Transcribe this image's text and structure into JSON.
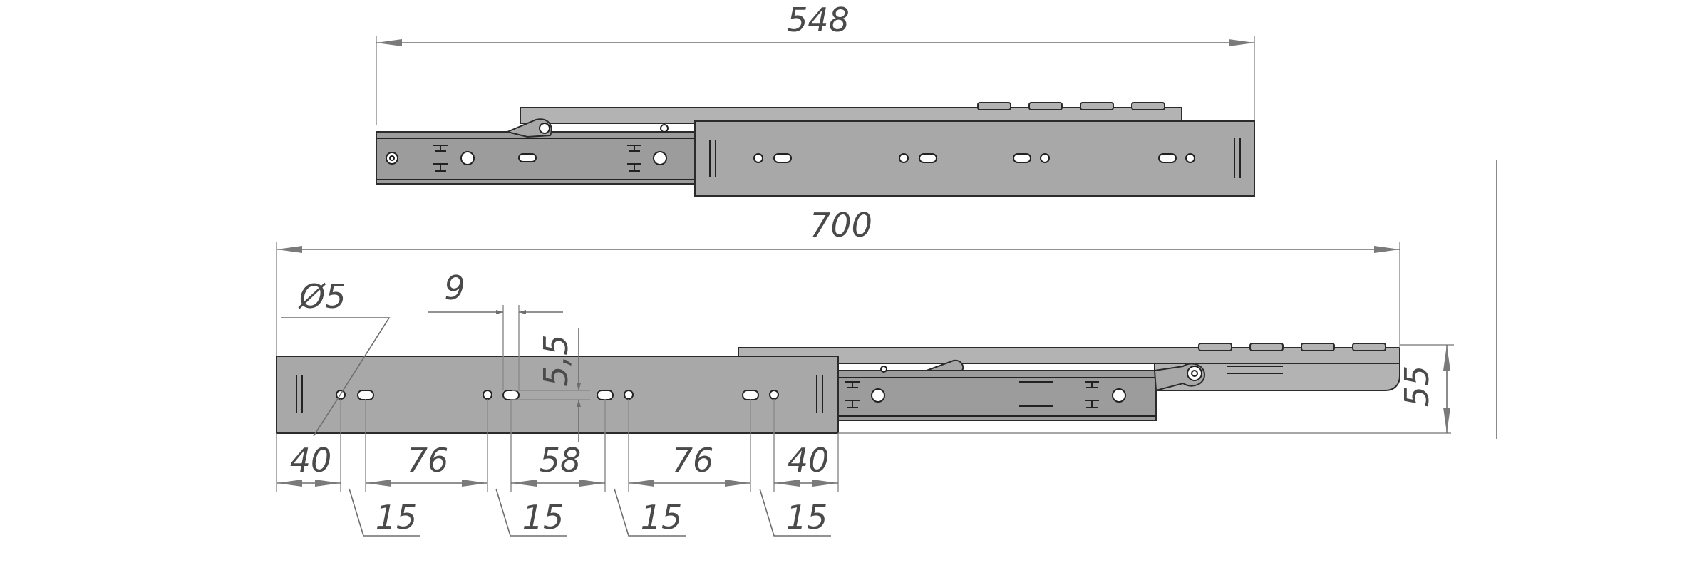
{
  "drawing": {
    "top_view": {
      "overall_length": "548"
    },
    "bottom_view": {
      "overall_length": "700",
      "hole_diameter": "Ø5",
      "slot_width": "9",
      "slot_offset": "5,5",
      "height": "55",
      "spacings": [
        "40",
        "76",
        "58",
        "76",
        "40"
      ],
      "slot_gaps": [
        "15",
        "15",
        "15",
        "15"
      ]
    }
  },
  "colors": {
    "metal": "#a8a8a8",
    "outline": "#2b2b2b",
    "dimension": "#6e6e6e"
  }
}
